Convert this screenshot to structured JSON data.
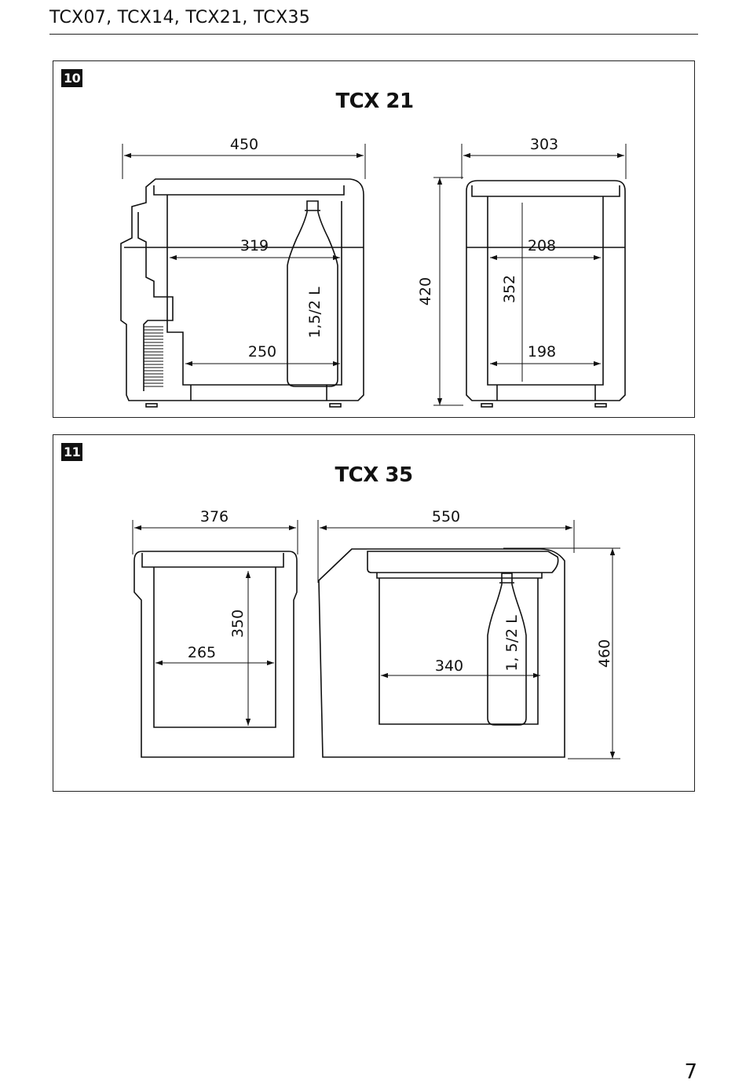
{
  "header": {
    "title": "TCX07, TCX14, TCX21, TCX35"
  },
  "figures": [
    {
      "number": "10",
      "model": "TCX 21",
      "dims": {
        "outer_width": "450",
        "outer_depth": "303",
        "inner_width_top": "319",
        "inner_width_bottom": "250",
        "bottle": "1,5/2 L",
        "outer_height": "420",
        "inner_height": "352",
        "inner_depth_top": "208",
        "inner_depth_bottom": "198"
      }
    },
    {
      "number": "11",
      "model": "TCX 35",
      "dims": {
        "outer_depth": "376",
        "outer_width": "550",
        "inner_height": "350",
        "inner_depth": "265",
        "inner_width": "340",
        "bottle": "1, 5/2 L",
        "outer_height": "460"
      }
    }
  ],
  "page_number": "7"
}
